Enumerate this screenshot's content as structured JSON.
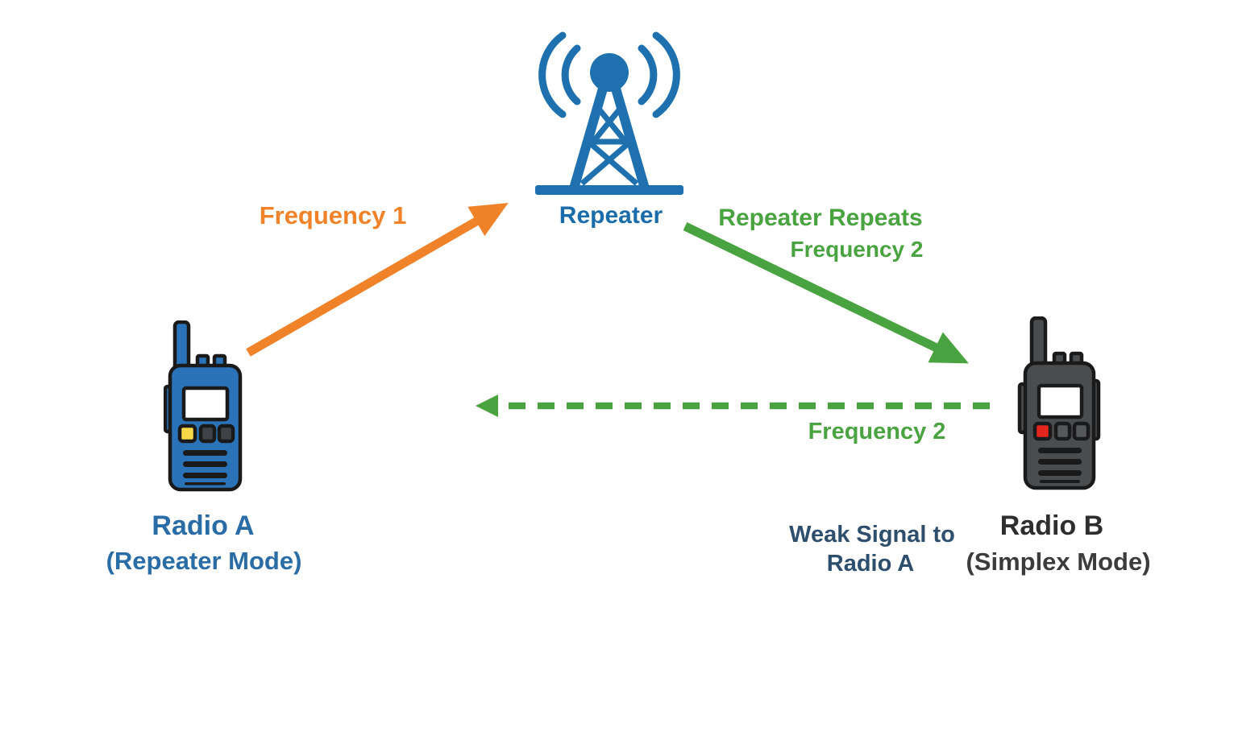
{
  "palette": {
    "background": "#ffffff",
    "blue": "#1e71ae",
    "label_blue": "#1b6cab",
    "label_blue_a": "#2a6ca6",
    "orange": "#f08329",
    "green": "#4aa341",
    "navy": "#2d4f6d",
    "radio_a_body": "#2a73b8",
    "radio_b_body": "#4a4d50",
    "outline": "#1a1a1a",
    "yellow_button": "#f7d848",
    "red_button": "#e3261d",
    "dark_button": "#3f4246",
    "gray_button": "#55585b",
    "label_dark": "#2e2e2e",
    "label_dark2": "#3c3c3c",
    "screen": "#ffffff"
  },
  "repeater": {
    "label": "Repeater"
  },
  "radio_a": {
    "title": "Radio A",
    "subtitle": "(Repeater Mode)"
  },
  "radio_b": {
    "title": "Radio B",
    "subtitle": "(Simplex Mode)"
  },
  "links": {
    "frequency1": {
      "label": "Frequency 1",
      "style": "solid"
    },
    "repeater_repeats": {
      "label_line1": "Repeater Repeats",
      "label_line2": "Frequency 2",
      "style": "solid"
    },
    "weak_signal": {
      "label": "Frequency 2",
      "note_line1": "Weak Signal to",
      "note_line2": "Radio A",
      "style": "dashed"
    }
  }
}
